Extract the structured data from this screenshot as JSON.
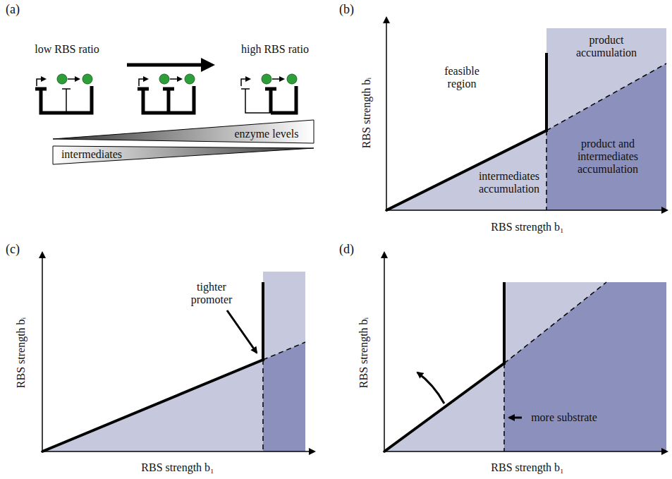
{
  "diagram": {
    "labels": [
      "(a)",
      "low RBS ratio",
      "high RBS ratio",
      "enzyme levels",
      "intermediates",
      "(b)",
      "feasible region",
      "product accumulation",
      "product and intermediates accumulation",
      "intermediates accumulation",
      "RBS strength bᵢ",
      "RBS strength b₁",
      "(c)",
      "tighter promoter",
      "RBS strength bᵢ",
      "RBS strength b₁",
      "(d)",
      "more substrate",
      "RBS strength bᵢ",
      "RBS strength b₁"
    ]
  }
}
